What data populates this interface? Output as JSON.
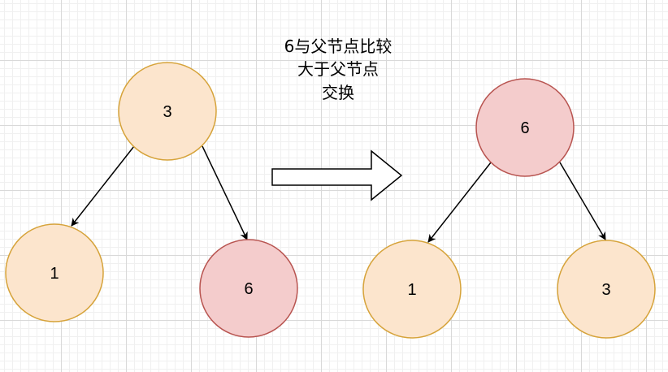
{
  "caption": {
    "line1": "6与父节点比较",
    "line2": "大于父节点",
    "line3": "交换"
  },
  "colors": {
    "normal_fill": "#fce5cd",
    "normal_stroke": "#d6a33a",
    "highlight_fill": "#f4cccc",
    "highlight_stroke": "#b85450",
    "edge": "#000000"
  },
  "before_tree": {
    "root": "3",
    "left": "1",
    "right": "6",
    "highlighted": "6"
  },
  "after_tree": {
    "root": "6",
    "left": "1",
    "right": "3",
    "highlighted": "6"
  }
}
